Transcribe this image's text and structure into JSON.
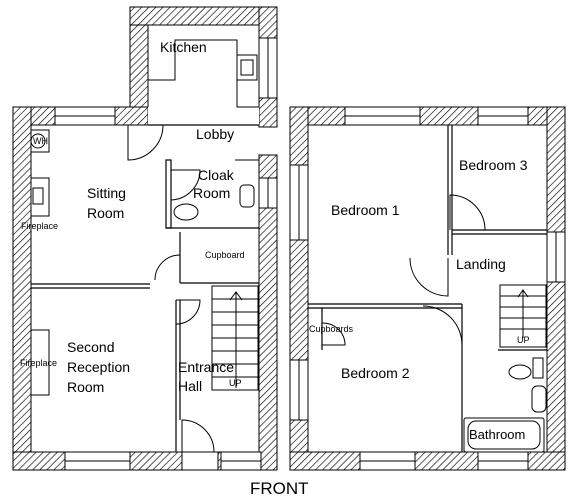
{
  "plan": {
    "caption": "FRONT",
    "ground_floor": {
      "kitchen": "Kitchen",
      "lobby": "Lobby",
      "cloak_room_line1": "Cloak",
      "cloak_room_line2": "Room",
      "sitting_room_line1": "Sitting",
      "sitting_room_line2": "Room",
      "wh": "WH",
      "fireplace_top": "Fireplace",
      "cupboard": "Cupboard",
      "second_reception_line1": "Second",
      "second_reception_line2": "Reception",
      "second_reception_line3": "Room",
      "fireplace_bottom": "Fireplace",
      "entrance_hall_line1": "Entrance",
      "entrance_hall_line2": "Hall",
      "stairs_up": "UP"
    },
    "first_floor": {
      "bedroom1": "Bedroom 1",
      "bedroom2": "Bedroom 2",
      "bedroom3": "Bedroom 3",
      "landing": "Landing",
      "cupboards": "Cupboards",
      "bathroom": "Bathroom",
      "stairs_up": "UP"
    }
  }
}
